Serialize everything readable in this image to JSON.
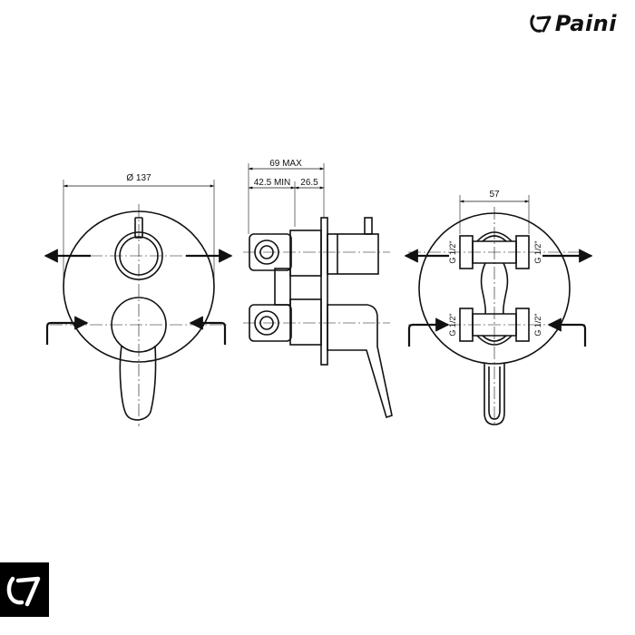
{
  "brand": {
    "name": "Paini",
    "logo_icon": "paini-swirl-icon"
  },
  "colors": {
    "ink": "#111111",
    "background": "#ffffff",
    "badge": "#000000"
  },
  "front_view": {
    "dimension_diameter": "Ø 137"
  },
  "side_view": {
    "dimension_depth_max": "69 MAX",
    "dimension_min": "42.5 MIN",
    "dimension_offset": "26.5"
  },
  "rear_view": {
    "dimension_width": "57",
    "thread_labels": [
      "G 1/2\"",
      "G 1/2\"",
      "G 1/2\"",
      "G 1/2\""
    ]
  },
  "badge": {
    "icon": "paini-swirl-icon"
  }
}
